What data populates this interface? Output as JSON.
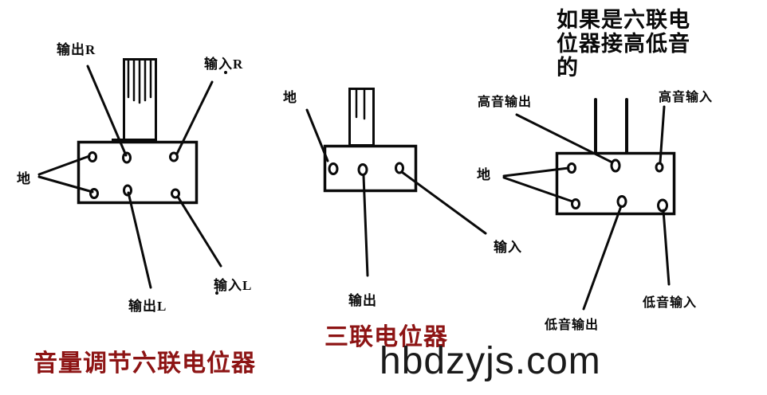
{
  "colors": {
    "line": "#0a0a0a",
    "title_red": "#8d1414",
    "title_black": "#0a0a0a",
    "watermark_gray": "#1a1a1a",
    "background": "#ffffff"
  },
  "diagrams": {
    "left": {
      "title": "音量调节六联电位器",
      "labels": {
        "out_r": "输出R",
        "in_r": "输入R",
        "ground": "地",
        "out_l": "输出L",
        "in_l": "输入L"
      }
    },
    "middle": {
      "title": "三联电位器",
      "labels": {
        "ground": "地",
        "input": "输入",
        "output": "输出"
      }
    },
    "right": {
      "title": "如果是六联电位器接高低音的",
      "labels": {
        "treble_out": "高音输出",
        "treble_in": "高音输入",
        "ground": "地",
        "bass_out": "低音输出",
        "bass_in": "低音输入"
      }
    }
  },
  "watermark": "hbdzyjs.com"
}
